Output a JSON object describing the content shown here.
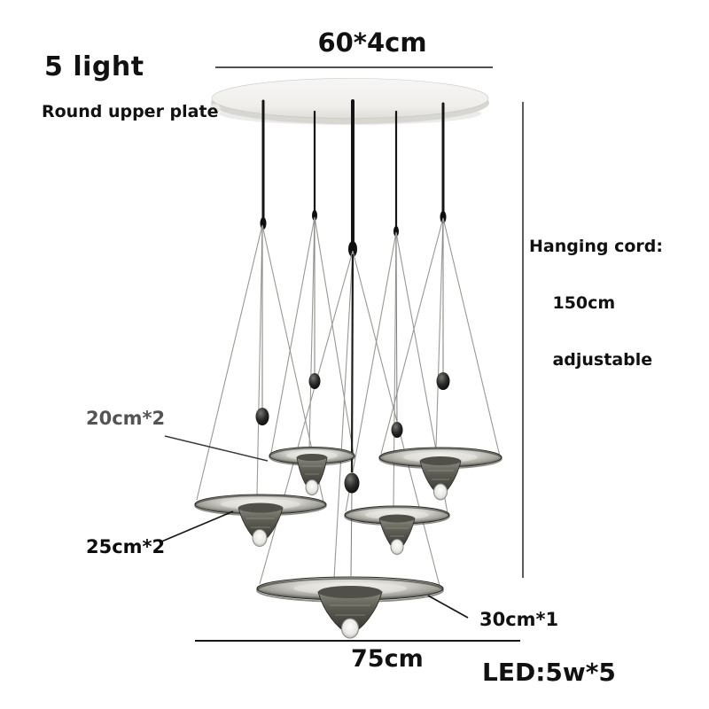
{
  "product": {
    "title": "5 light",
    "plate_type": "Round upper plate",
    "plate_size": "60*4cm",
    "cord_note_line1": "Hanging cord:",
    "cord_note_line2": "150cm",
    "cord_note_line3": "adjustable",
    "disc_small_size": "20cm*2",
    "disc_medium_size": "25cm*2",
    "disc_large_size": "30cm*1",
    "overall_width": "75cm",
    "led_spec": "LED:5w*5"
  },
  "colors": {
    "background": "#ffffff",
    "text": "#111111",
    "muted_label": "#545454",
    "cord_black": "#141414",
    "suspension_wire": "#999893",
    "plate_white": "#f2f1ee",
    "glass_dark": "#4b4b44",
    "dimension_line": "#161616"
  }
}
